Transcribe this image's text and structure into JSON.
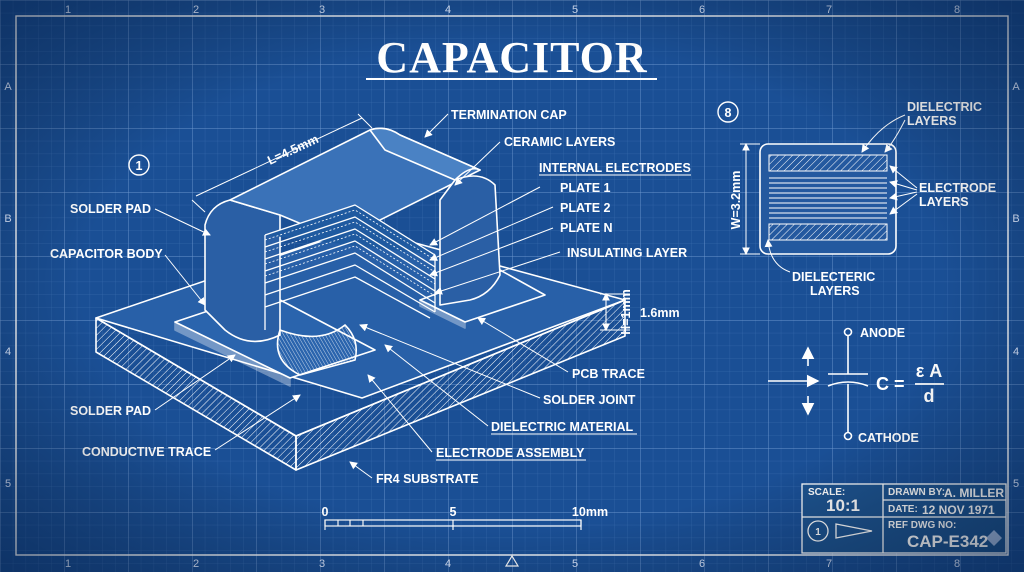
{
  "title": "CAPACITOR",
  "border_ticks": {
    "columns": [
      "1",
      "2",
      "3",
      "4",
      "5",
      "6",
      "7",
      "8"
    ],
    "rows": [
      "A",
      "B",
      "4",
      "5"
    ]
  },
  "detail_markers": {
    "main_view": "1",
    "cross_section": "8"
  },
  "dimensions": {
    "length": "L=4.5mm",
    "height": "H=1mm",
    "thickness": "1.6mm",
    "width": "W=3.2mm"
  },
  "labels": {
    "termination_cap": "TERMINATION CAP",
    "ceramic_layers": "CERAMIC LAYERS",
    "internal_electrodes": "INTERNAL ELECTRODES",
    "plate_1": "PLATE 1",
    "plate_2": "PLATE 2",
    "plate_n": "PLATE N",
    "insulating_layer": "INSULATING LAYER",
    "solder_pad_top": "SOLDER PAD",
    "capacitor_body": "CAPACITOR BODY",
    "solder_pad_bottom": "SOLDER PAD",
    "conductive_trace": "CONDUCTIVE TRACE",
    "pcb_trace": "PCB TRACE",
    "solder_joint": "SOLDER JOINT",
    "dielectric_material": "DIELECTRIC MATERIAL",
    "electrode_assembly": "ELECTRODE ASSEMBLY",
    "fr4_substrate": "FR4 SUBSTRATE"
  },
  "cross_section": {
    "dielectric_top": [
      "DIELECTRIC",
      "LAYERS"
    ],
    "electrode": [
      "ELECTRODE",
      "LAYERS"
    ],
    "dielectric_bottom": [
      "DIELECTERIC",
      "LAYERS"
    ]
  },
  "symbol": {
    "anode": "ANODE",
    "cathode": "CATHODE",
    "equation_lhs": "C =",
    "equation_num": "ε A",
    "equation_den": "d"
  },
  "scale_bar": {
    "ticks": [
      "0",
      "5",
      "10mm"
    ]
  },
  "title_block": {
    "scale_label": "SCALE:",
    "scale_value": "10:1",
    "drawn_by_label": "DRAWN BY:",
    "drawn_by_value": "A. MILLER",
    "date_label": "DATE:",
    "date_value": "12 NOV 1971",
    "ref_label": "REF DWG NO:",
    "ref_value": "CAP-E342",
    "view_marker": "1"
  },
  "colors": {
    "background": "#1a4f95",
    "grid": "#6f9bd6",
    "ink": "#ffffff"
  }
}
